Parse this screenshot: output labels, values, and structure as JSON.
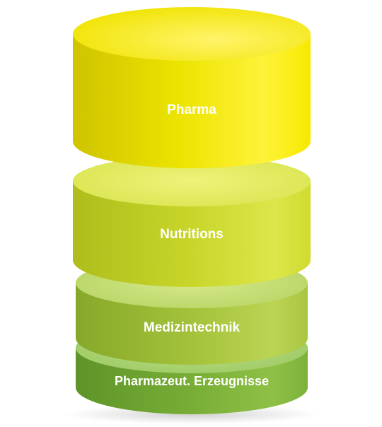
{
  "layers": [
    {
      "label": "Pharma",
      "color": "#f2ea00"
    },
    {
      "label": "Nutritions",
      "color": "#cfdc2c"
    },
    {
      "label": "Medizintechnik",
      "color": "#a9c83c"
    },
    {
      "label": "Pharmazeut. Erzeugnisse",
      "color": "#7fb43a"
    }
  ]
}
